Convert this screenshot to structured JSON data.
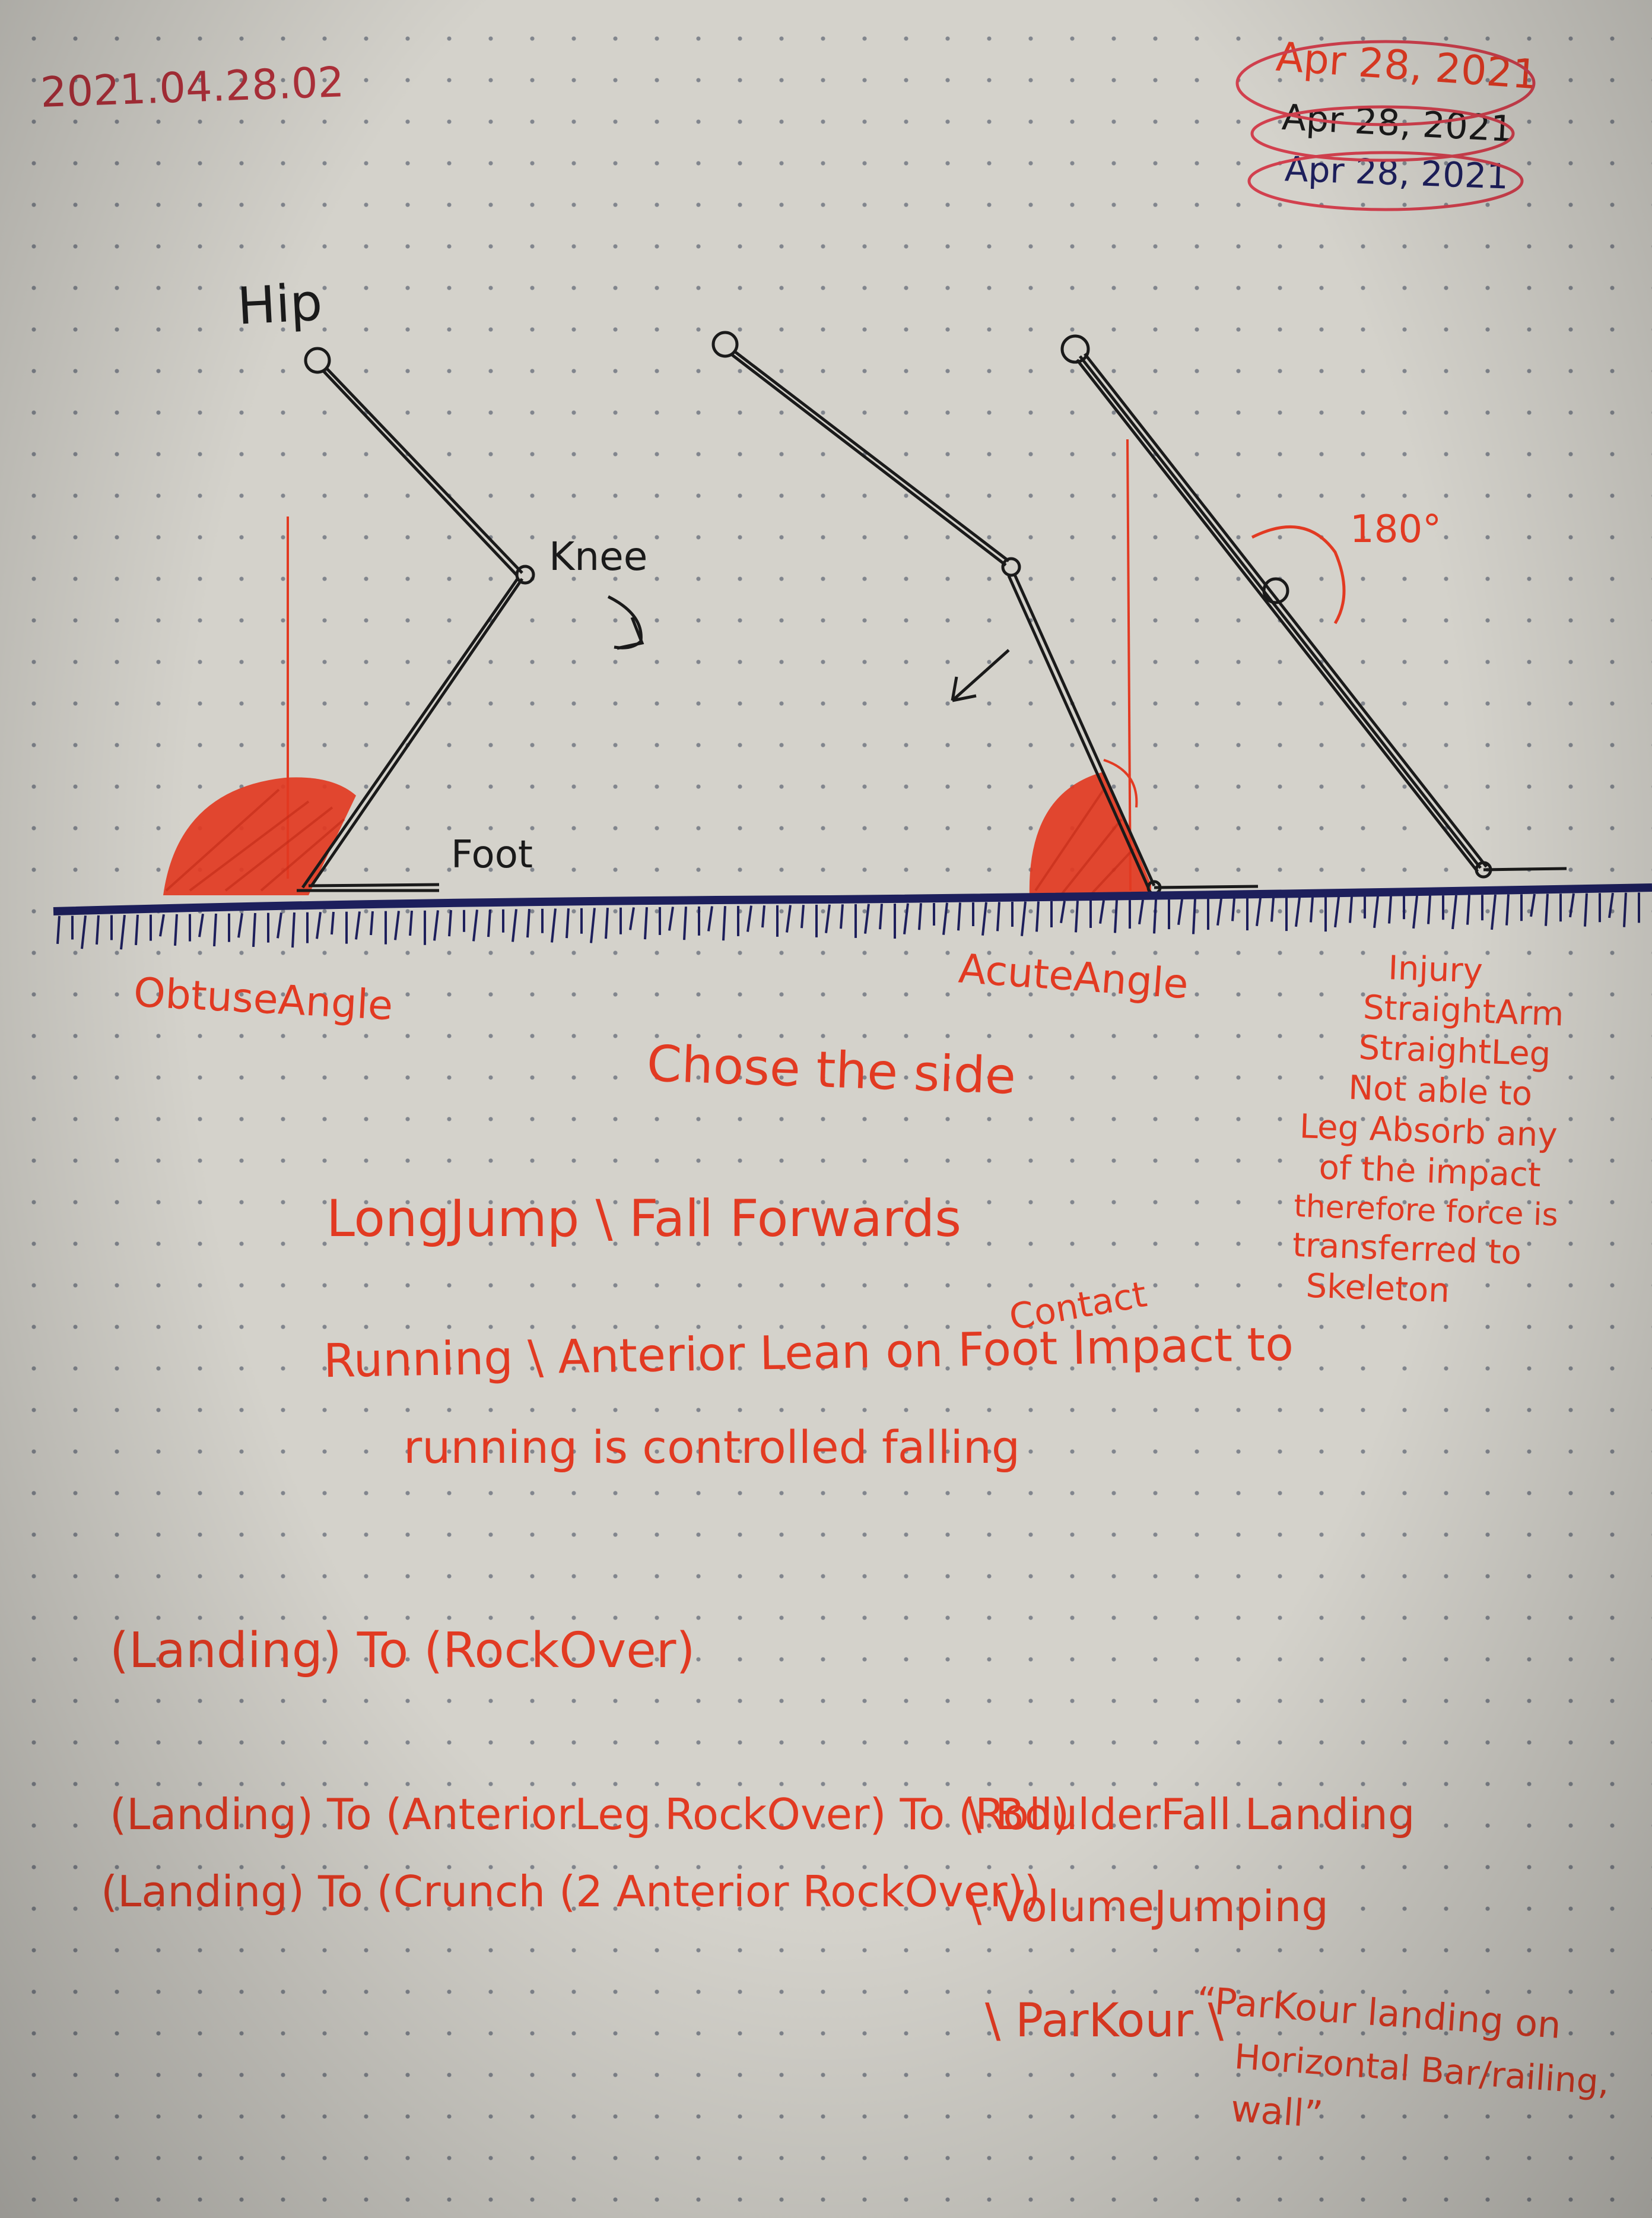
{
  "header": {
    "entry_id": "2021.04.28.02",
    "dates": [
      "Apr 28, 2021",
      "Apr 28, 2021",
      "Apr 28, 2021"
    ]
  },
  "diagram": {
    "hip_label": "Hip",
    "knee_label": "Knee",
    "foot_label": "Foot",
    "angle_label": "180°",
    "obtuse_label": "ObtuseAngle",
    "acute_label": "AcuteAngle",
    "injury_note": [
      "Injury",
      "StraightArm",
      "StraightLeg",
      "Not able to",
      "Leg Absorb any",
      "of the impact",
      "therefore force is",
      "transferred to",
      "Skeleton"
    ],
    "colors": {
      "ground": "#1d1f5c",
      "pen_black": "#1a1a1a",
      "pen_red": "#e23a22"
    }
  },
  "notes": {
    "choose_side": "Chose the side",
    "long_jump": "LongJump \\ Fall Forwards",
    "contact": "Contact",
    "running_line1": "Running \\ Anterior Lean on Foot Impact to",
    "running_line2": "running is controlled falling",
    "seq1": "(Landing) To (RockOver)",
    "seq2a": "(Landing) To (AnteriorLeg RockOver) To (Roll)",
    "seq2b": "\\ BoulderFall Landing",
    "seq3a": "(Landing) To (Crunch (2 Anterior RockOver))",
    "seq3b": "\\ VolumeJumping",
    "parkour_label": "\\ ParKour \\",
    "parkour_quote": [
      "“ParKour landing on",
      "Horizontal Bar/railing,",
      "wall”"
    ]
  }
}
